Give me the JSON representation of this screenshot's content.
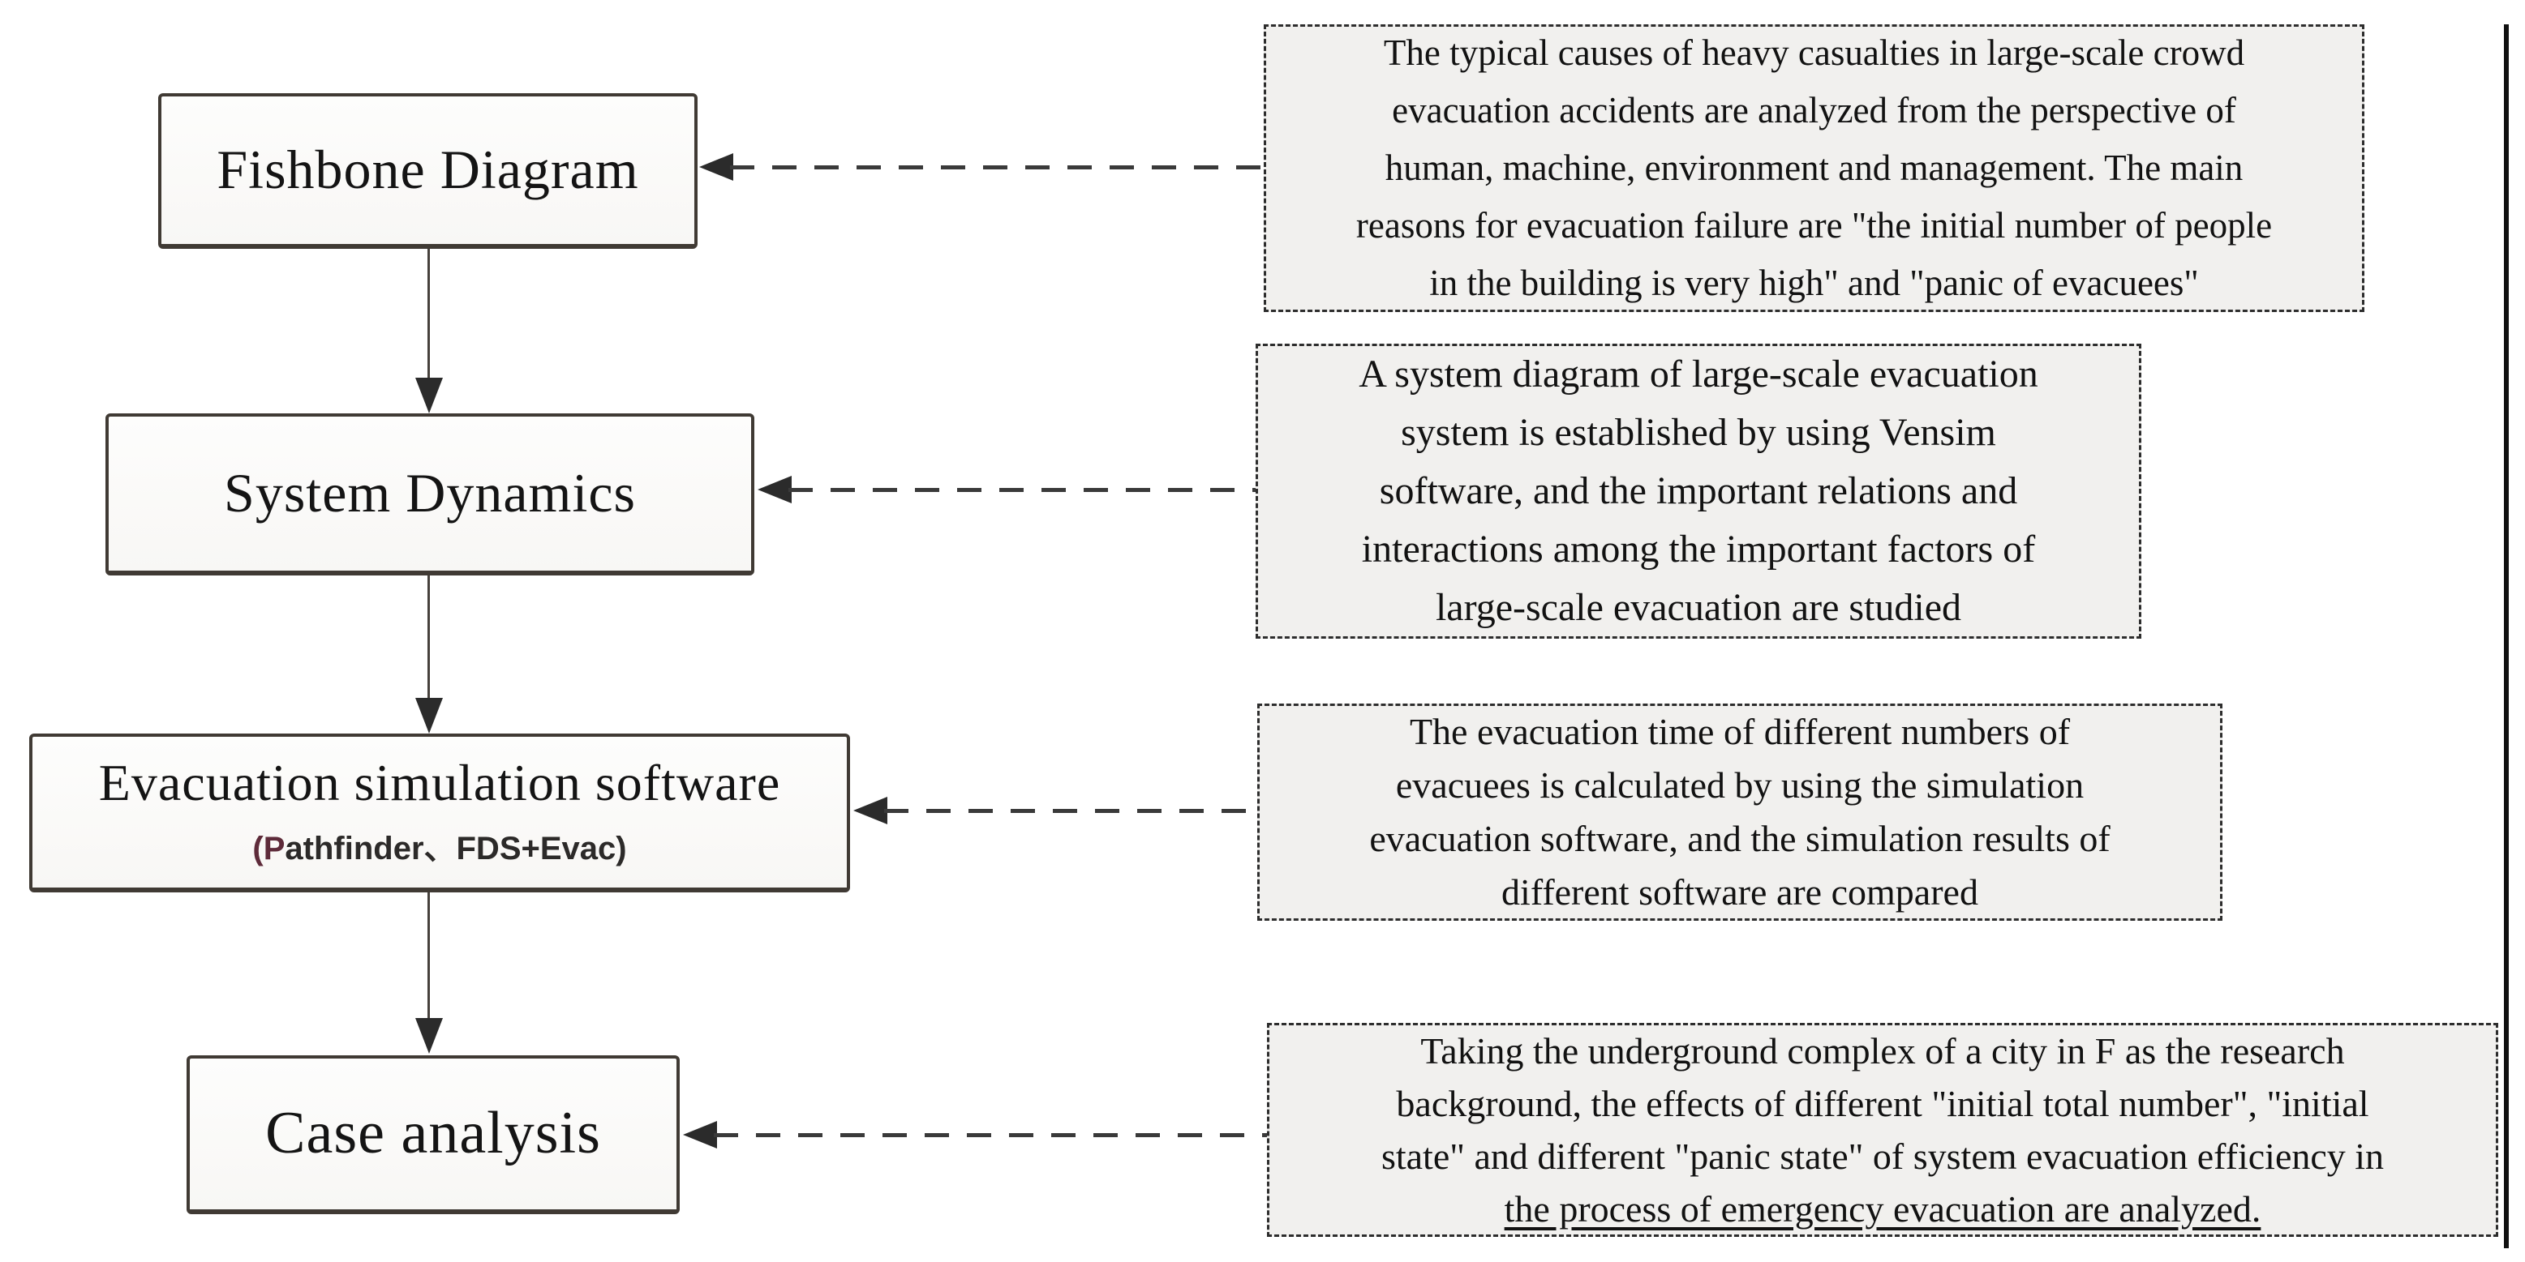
{
  "title_boxes": [
    {
      "title": "Fishbone Diagram"
    },
    {
      "title": "System Dynamics"
    },
    {
      "title": "Evacuation simulation software",
      "subtitle_accent": "(P",
      "subtitle_rest": "athfinder、FDS+Evac)"
    },
    {
      "title": "Case analysis"
    }
  ],
  "annotations": [
    {
      "lines": [
        "The typical causes of heavy casualties in large-scale crowd",
        "evacuation accidents are analyzed from the perspective of",
        "human, machine, environment and management. The main",
        "reasons for evacuation failure are \"the initial number of people",
        "in the building is very high\" and \"panic of evacuees\""
      ]
    },
    {
      "lines": [
        "A system diagram of large-scale evacuation",
        "system is established by using Vensim",
        "software, and the important relations and",
        "interactions among the important factors of",
        "large-scale evacuation are studied"
      ]
    },
    {
      "lines": [
        "The evacuation time of different numbers of",
        "evacuees is calculated by using the simulation",
        "evacuation software, and the simulation results of",
        "different software are compared"
      ]
    },
    {
      "lines": [
        "Taking the underground complex of a city in F as the research",
        "background, the effects of different \"initial total number\", \"initial",
        "state\" and different \"panic state\" of system evacuation efficiency in",
        "the process of emergency evacuation are analyzed."
      ],
      "underlined_line_index": 3
    }
  ],
  "colors": {
    "box_border": "#403a34",
    "dash_line": "#3a3a3a",
    "panel_background": "#f1f0ee",
    "accent_maroon": "#5e2b3a",
    "text": "#161616",
    "frame_line": "#101010"
  }
}
